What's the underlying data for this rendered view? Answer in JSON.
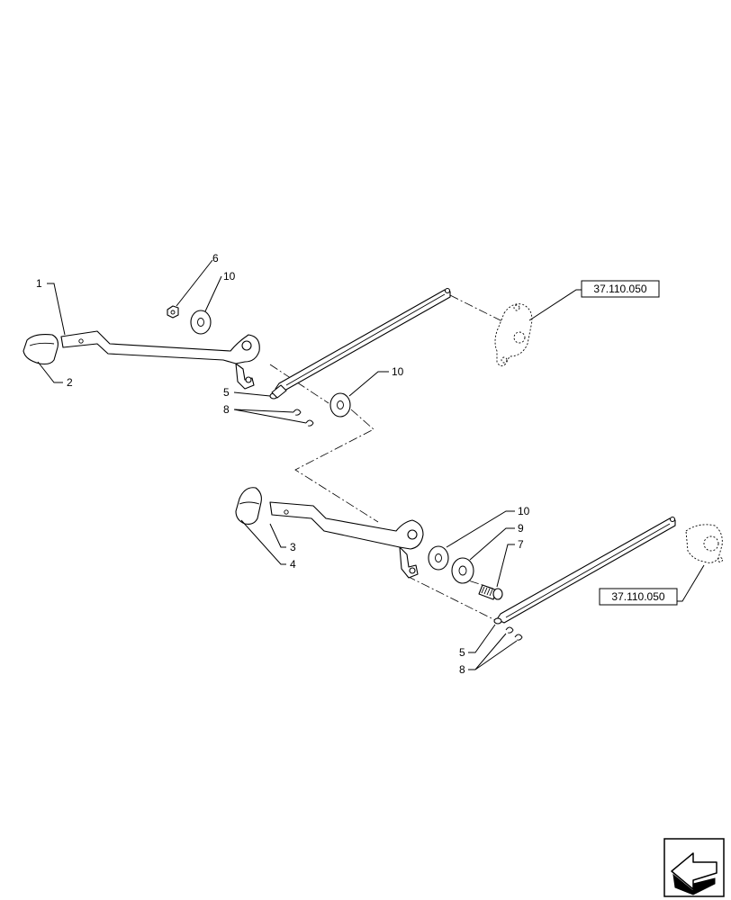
{
  "callouts": {
    "c1": "1",
    "c2": "2",
    "c3": "3",
    "c4": "4",
    "c5a": "5",
    "c5b": "5",
    "c6": "6",
    "c7": "7",
    "c8a": "8",
    "c8b": "8",
    "c9": "9",
    "c10a": "10",
    "c10b": "10",
    "c10c": "10"
  },
  "references": {
    "upper": "37.110.050",
    "lower": "37.110.050"
  },
  "nav_icon": "next-page-arrow-icon"
}
